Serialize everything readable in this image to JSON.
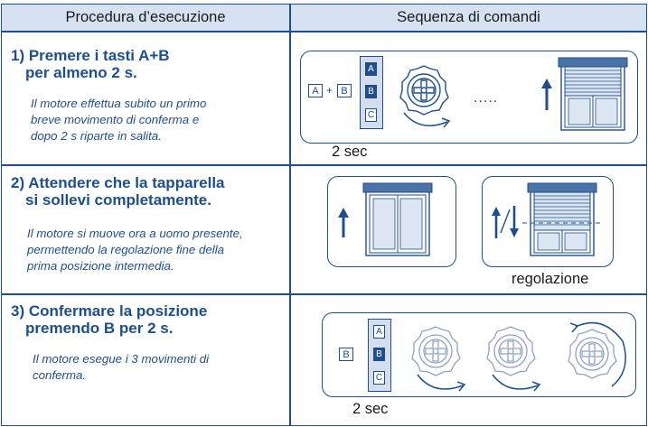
{
  "header": {
    "left": "Procedura d’esecuzione",
    "right": "Sequenza di comandi"
  },
  "steps": [
    {
      "title_line1": "1) Premere i tasti A+B",
      "title_line2": "per almeno 2 s.",
      "note": [
        "Il motore effettua subito un primo",
        "breve movimento di conferma e",
        "dopo 2 s riparte in salita."
      ],
      "caption": "2 sec",
      "keys": {
        "a": "A",
        "plus": "+",
        "b": "B"
      },
      "remote": [
        "A",
        "B",
        "C"
      ],
      "dots": "....."
    },
    {
      "title_line1": "2) Attendere che la tapparella",
      "title_line2": "si sollevi completamente.",
      "note": [
        "Il motore si muove ora a uomo presente,",
        "permettendo la regolazione fine della",
        "prima posizione intermedia."
      ],
      "caption": "regolazione"
    },
    {
      "title_line1": "3) Confermare la posizione",
      "title_line2": "premendo B per 2 s.",
      "note": [
        "Il motore esegue i 3 movimenti di",
        "conferma."
      ],
      "caption": "2 sec",
      "key": "B",
      "remote": [
        "A",
        "B",
        "C"
      ]
    }
  ],
  "colors": {
    "accent": "#1d4f8e",
    "header_bg": "#d6e2f2",
    "remote_bg": "#d3dded"
  },
  "icons": [
    "motor-knob-icon",
    "window-shutter-icon",
    "up-arrow-icon",
    "up-down-arrow-icon",
    "curved-arrow-icon"
  ]
}
